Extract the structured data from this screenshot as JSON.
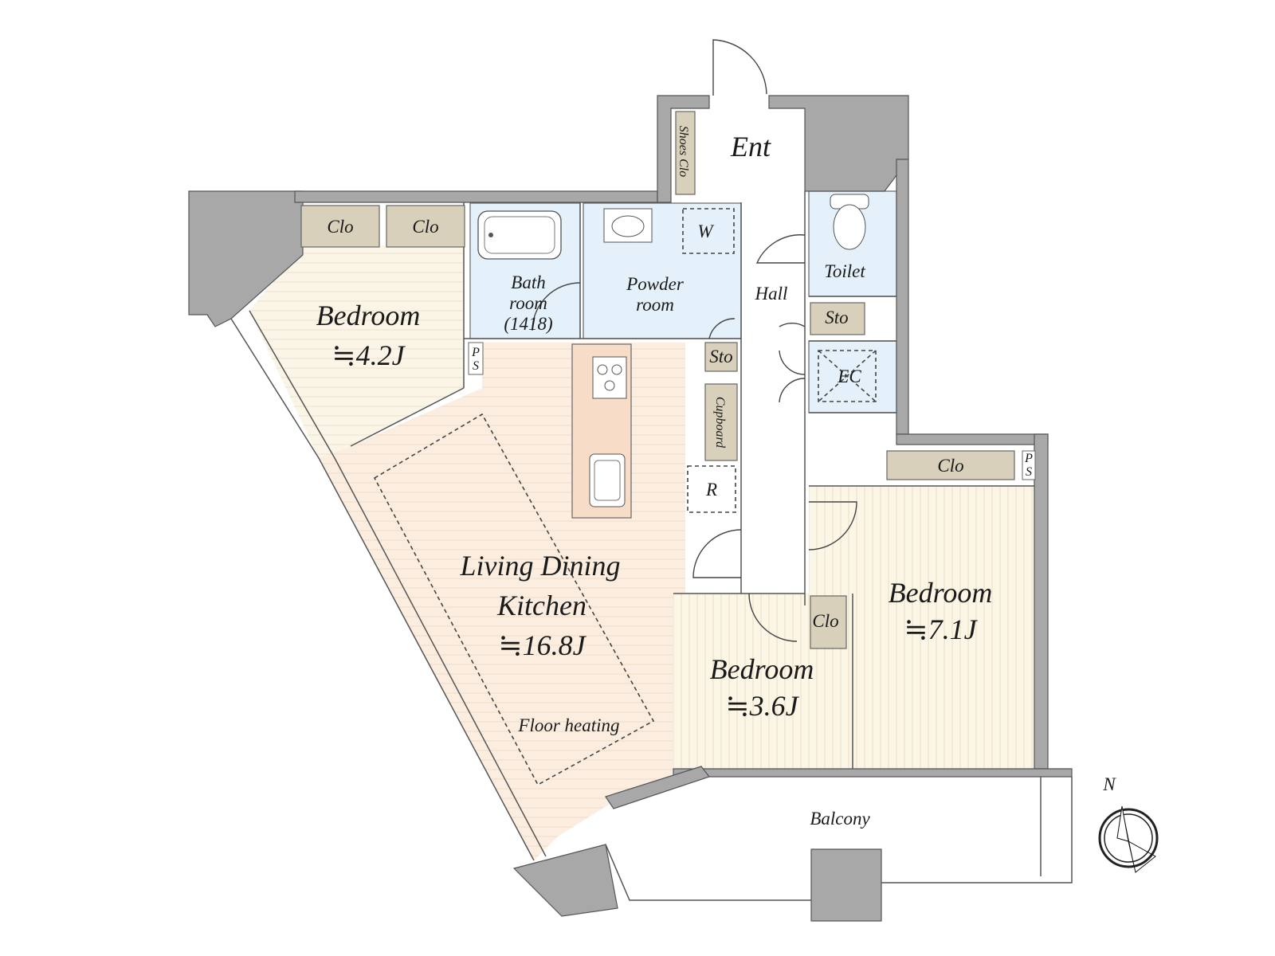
{
  "rooms": {
    "entrance": "Ent",
    "shoes_closet": "Shoes Clo",
    "closet_1": "Clo",
    "closet_2": "Clo",
    "closet_3": "Clo",
    "closet_4": "Clo",
    "bath_line1": "Bath",
    "bath_line2": "room",
    "bath_line3": "(1418)",
    "powder_line1": "Powder",
    "powder_line2": "room",
    "washer": "W",
    "toilet": "Toilet",
    "hall": "Hall",
    "storage_1": "Sto",
    "storage_2": "Sto",
    "ec": "EC",
    "cupboard": "Cupboard",
    "refrigerator": "R",
    "ps_1_top": "P",
    "ps_1_bottom": "S",
    "ps_2_top": "P",
    "ps_2_bottom": "S",
    "bedroom_nw": "Bedroom",
    "bedroom_nw_size": "≒4.2J",
    "ldk_line1": "Living Dining",
    "ldk_line2": "Kitchen",
    "ldk_size": "≒16.8J",
    "floor_heating": "Floor heating",
    "bedroom_s": "Bedroom",
    "bedroom_s_size": "≒3.6J",
    "bedroom_e": "Bedroom",
    "bedroom_e_size": "≒7.1J",
    "balcony": "Balcony"
  },
  "compass": {
    "label": "N"
  },
  "colors": {
    "wall": "#a8a8a8",
    "closet": "#d8d0bb",
    "water_area": "#e4f1fa",
    "ldk_floor": "#fbeee0",
    "bedroom_floor": "#fbf6e6"
  },
  "icons": [
    "compass-icon",
    "bathtub-icon",
    "sink-icon",
    "toilet-icon",
    "stove-icon",
    "kitchen-sink-icon"
  ]
}
